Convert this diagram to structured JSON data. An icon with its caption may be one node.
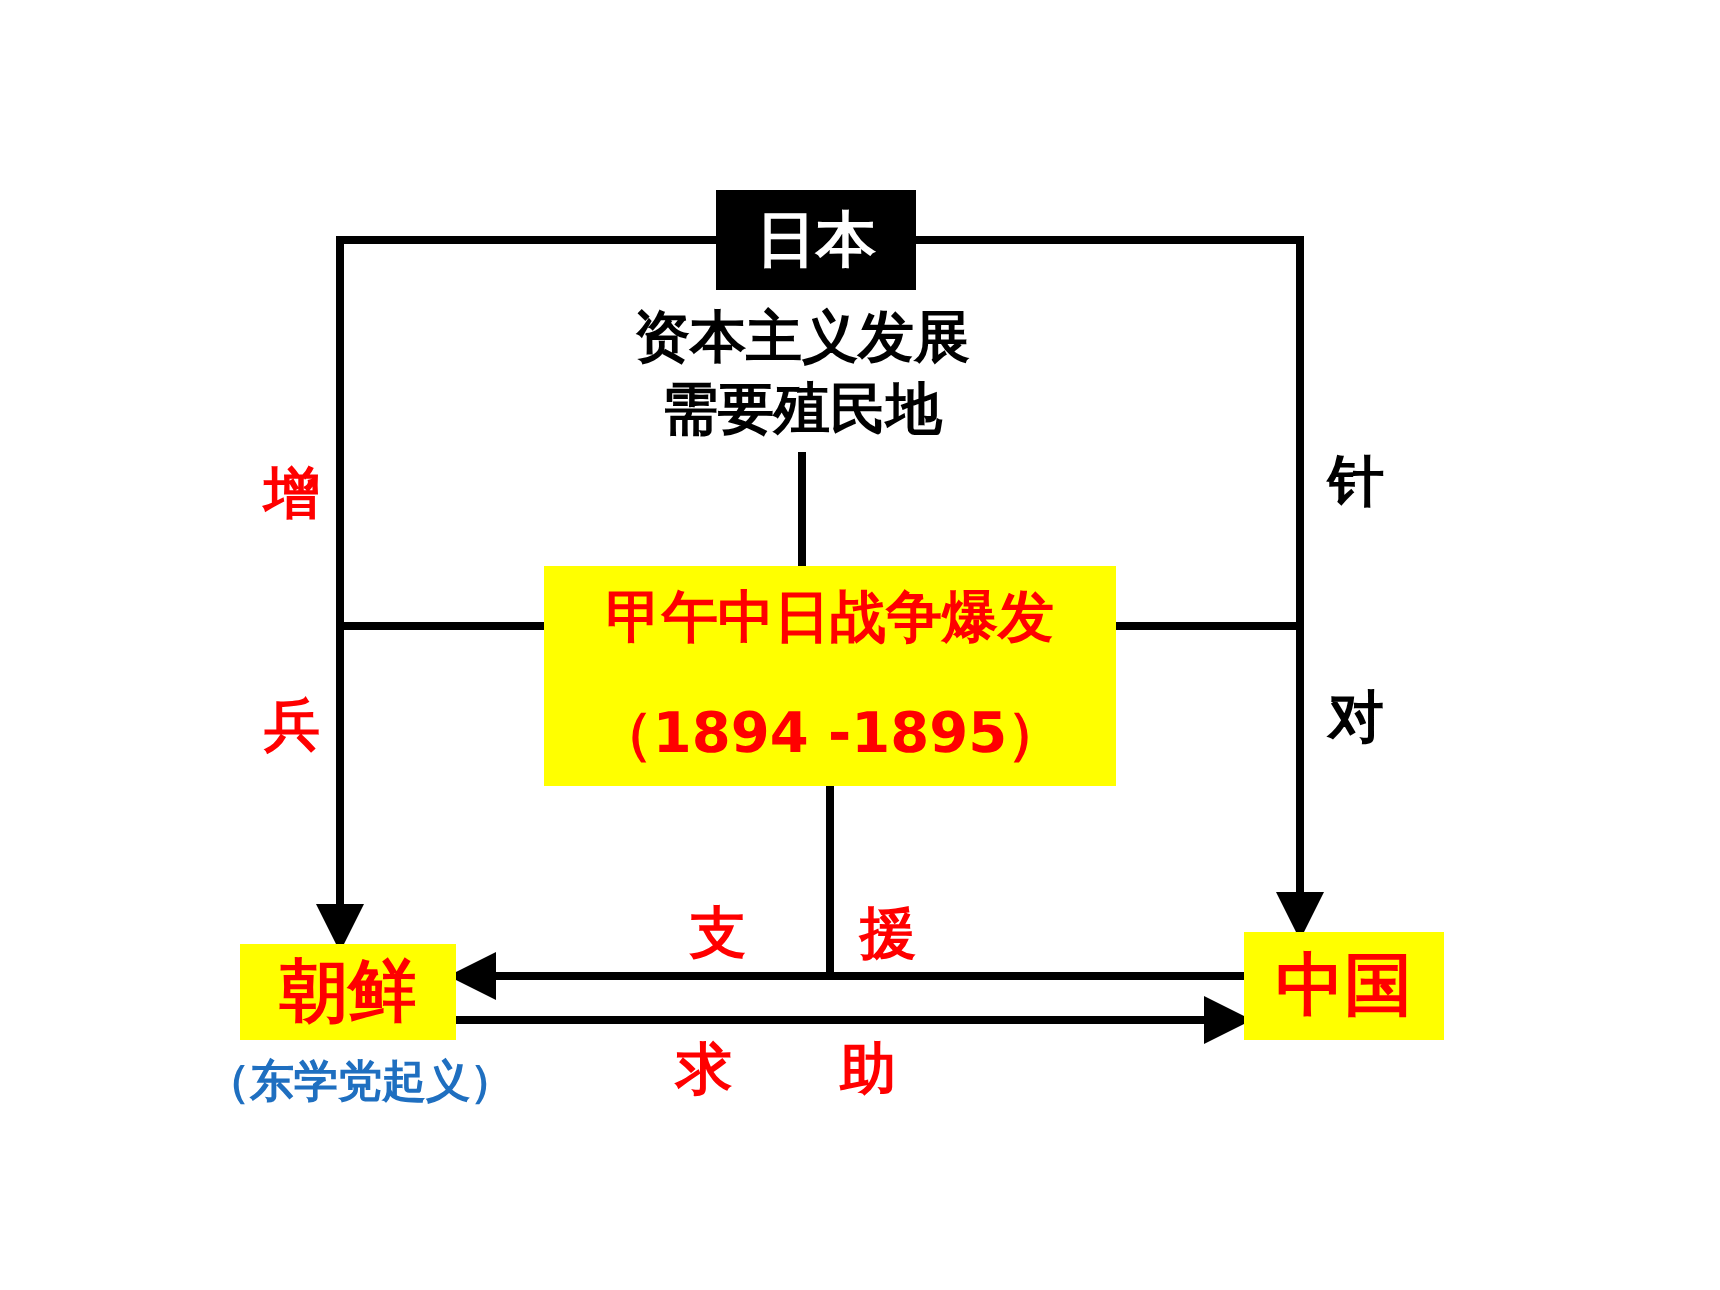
{
  "diagram": {
    "nodes": [
      {
        "text": [
          "日本"
        ]
      },
      {
        "text": [
          "资本主义发展需要殖民地"
        ]
      },
      {
        "text": [
          "甲午中日战争爆发",
          "（1894 -1895）"
        ]
      },
      {
        "text": [
          "朝鲜"
        ],
        "beside": [
          "（东学党起义）"
        ]
      },
      {
        "text": [
          "中国"
        ]
      }
    ],
    "edges": [
      {
        "from": 0,
        "to": 3,
        "arrow": "to"
      },
      {
        "from": 0,
        "to": 4,
        "arrow": "to"
      },
      {
        "from": 1,
        "to": 2,
        "arrow": "none"
      },
      {
        "from": 2,
        "to": 3,
        "arrow": "none"
      },
      {
        "from": 2,
        "to": 4,
        "arrow": "none"
      },
      {
        "from": 2,
        "to": 3,
        "arrow": "none"
      },
      {
        "from": 4,
        "to": 3,
        "arrow": "to"
      },
      {
        "from": 3,
        "to": 4,
        "arrow": "to"
      }
    ],
    "labels": [
      "增",
      "针",
      "兵",
      "对",
      "支",
      "援",
      "求",
      "助"
    ]
  }
}
